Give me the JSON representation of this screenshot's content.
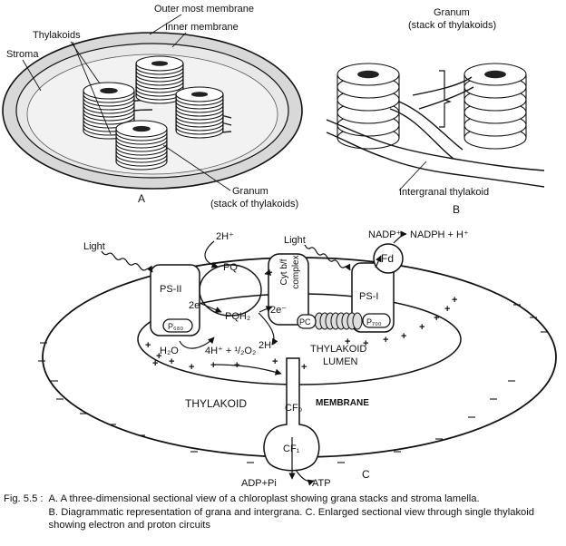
{
  "panel_a": {
    "label": "A",
    "outer_membrane": "Outer most membrane",
    "inner_membrane": "Inner membrane",
    "thylakoids": "Thylakoids",
    "stroma": "Stroma",
    "granum": "Granum",
    "granum_sub": "(stack of thylakoids)"
  },
  "panel_b": {
    "label": "B",
    "granum": "Granum",
    "granum_sub": "(stack of thylakoids)",
    "intergranal": "Intergranal thylakoid"
  },
  "panel_c": {
    "label": "C",
    "light_1": "Light",
    "light_2": "Light",
    "two_h_top": "2H⁺",
    "pq": "PQ",
    "pqh2": "PQH₂",
    "ps2": "PS-II",
    "two_e_1": "2e",
    "two_e_2": "2e⁻",
    "p680": "P₆₈₀",
    "h2o": "H₂O",
    "split": "4H⁺ + ¹/₂O₂",
    "two_h_mid": "2H⁺",
    "cyt_1": "Cyt b/f",
    "cyt_2": "complex",
    "pc": "PC",
    "p700": "P₇₀₀",
    "ps1": "PS-I",
    "fd": "Fd",
    "nadp": "NADP⁺",
    "nadph": "NADPH + H⁺",
    "lumen_1": "THYLAKOID",
    "lumen_2": "LUMEN",
    "thylakoid": "THYLAKOID",
    "membrane": "MEMBRANE",
    "cf0": "CF₀",
    "cf1": "CF₁",
    "adp": "ADP+Pi",
    "atp": "ATP"
  },
  "caption": {
    "fig": "Fig. 5.5 :",
    "line_a": "A. A three-dimensional sectional view of a chloroplast showing grana stacks and stroma lamella.",
    "line_b": "B. Diagrammatic representation of grana and intergrana. C. Enlarged sectional view through single thylakoid showing electron and proton circuits"
  }
}
